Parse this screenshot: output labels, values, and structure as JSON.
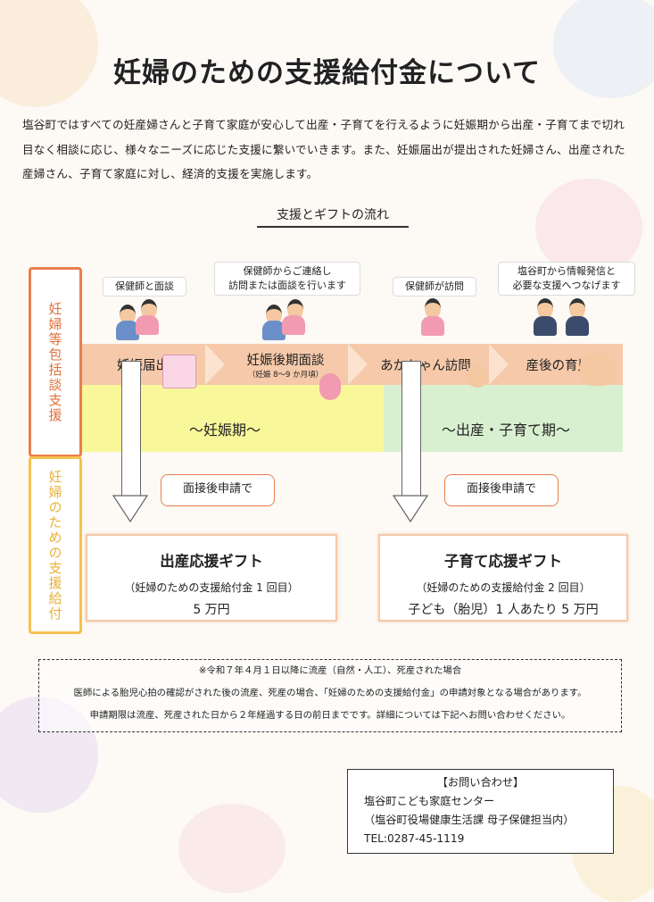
{
  "title": "妊婦のための支援給付金について",
  "intro": "塩谷町ではすべての妊産婦さんと子育て家庭が安心して出産・子育てを行えるように妊娠期から出産・子育てまで切れ目なく相談に応じ、様々なニーズに応じた支援に繋いでいきます。また、妊娠届出が提出された妊婦さん、出産された産婦さん、子育て家庭に対し、経済的支援を実施します。",
  "flow_heading": "支援とギフトの流れ",
  "side_labels": {
    "consultation": "妊婦等包括談支援",
    "benefit": "妊婦のための支援給付"
  },
  "callouts": {
    "c1": "保健師と面談",
    "c2": "保健師からご連絡し\n訪問または面談を行います",
    "c3": "保健師が訪問",
    "c4": "塩谷町から情報発信と\n必要な支援へつなげます"
  },
  "stages": {
    "s1": "妊娠届出",
    "s2": "妊娠後期面談",
    "s2_sub": "（妊娠 8～9 か月頃）",
    "s3": "あかちゃん訪問",
    "s4": "産後の育児期"
  },
  "periods": {
    "p1": "～妊娠期～",
    "p2": "～出産・子育て期～"
  },
  "apply_label": "面接後申請で",
  "gifts": {
    "g1": {
      "title": "出産応援ギフト",
      "sub": "（妊婦のための支援給付金 1 回目）",
      "amount": "5 万円"
    },
    "g2": {
      "title": "子育て応援ギフト",
      "sub": "（妊婦のための支援給付金 2 回目）",
      "amount": "子ども（胎児）1 人あたり 5 万円"
    }
  },
  "notice": {
    "l1": "※令和７年４月１日以降に流産（自然・人工）、死産された場合",
    "l2": "医師による胎児心拍の確認がされた後の流産、死産の場合、「妊婦のための支援給付金」の申請対象となる場合があります。",
    "l3": "申請期限は流産、死産された日から２年経過する日の前日までです。詳細については下記へお問い合わせください。"
  },
  "contact": {
    "title": "【お問い合わせ】",
    "org": "塩谷町こども家庭センター",
    "dept": "（塩谷町役場健康生活課 母子保健担当内）",
    "tel": "TEL:0287-45-1119"
  },
  "colors": {
    "accent_orange": "#e97f4c",
    "accent_yellow": "#f5c24e",
    "stage_band": "#f5c9aa",
    "pregnancy_period": "#f8f79a",
    "childcare_period": "#d9f0d0"
  }
}
